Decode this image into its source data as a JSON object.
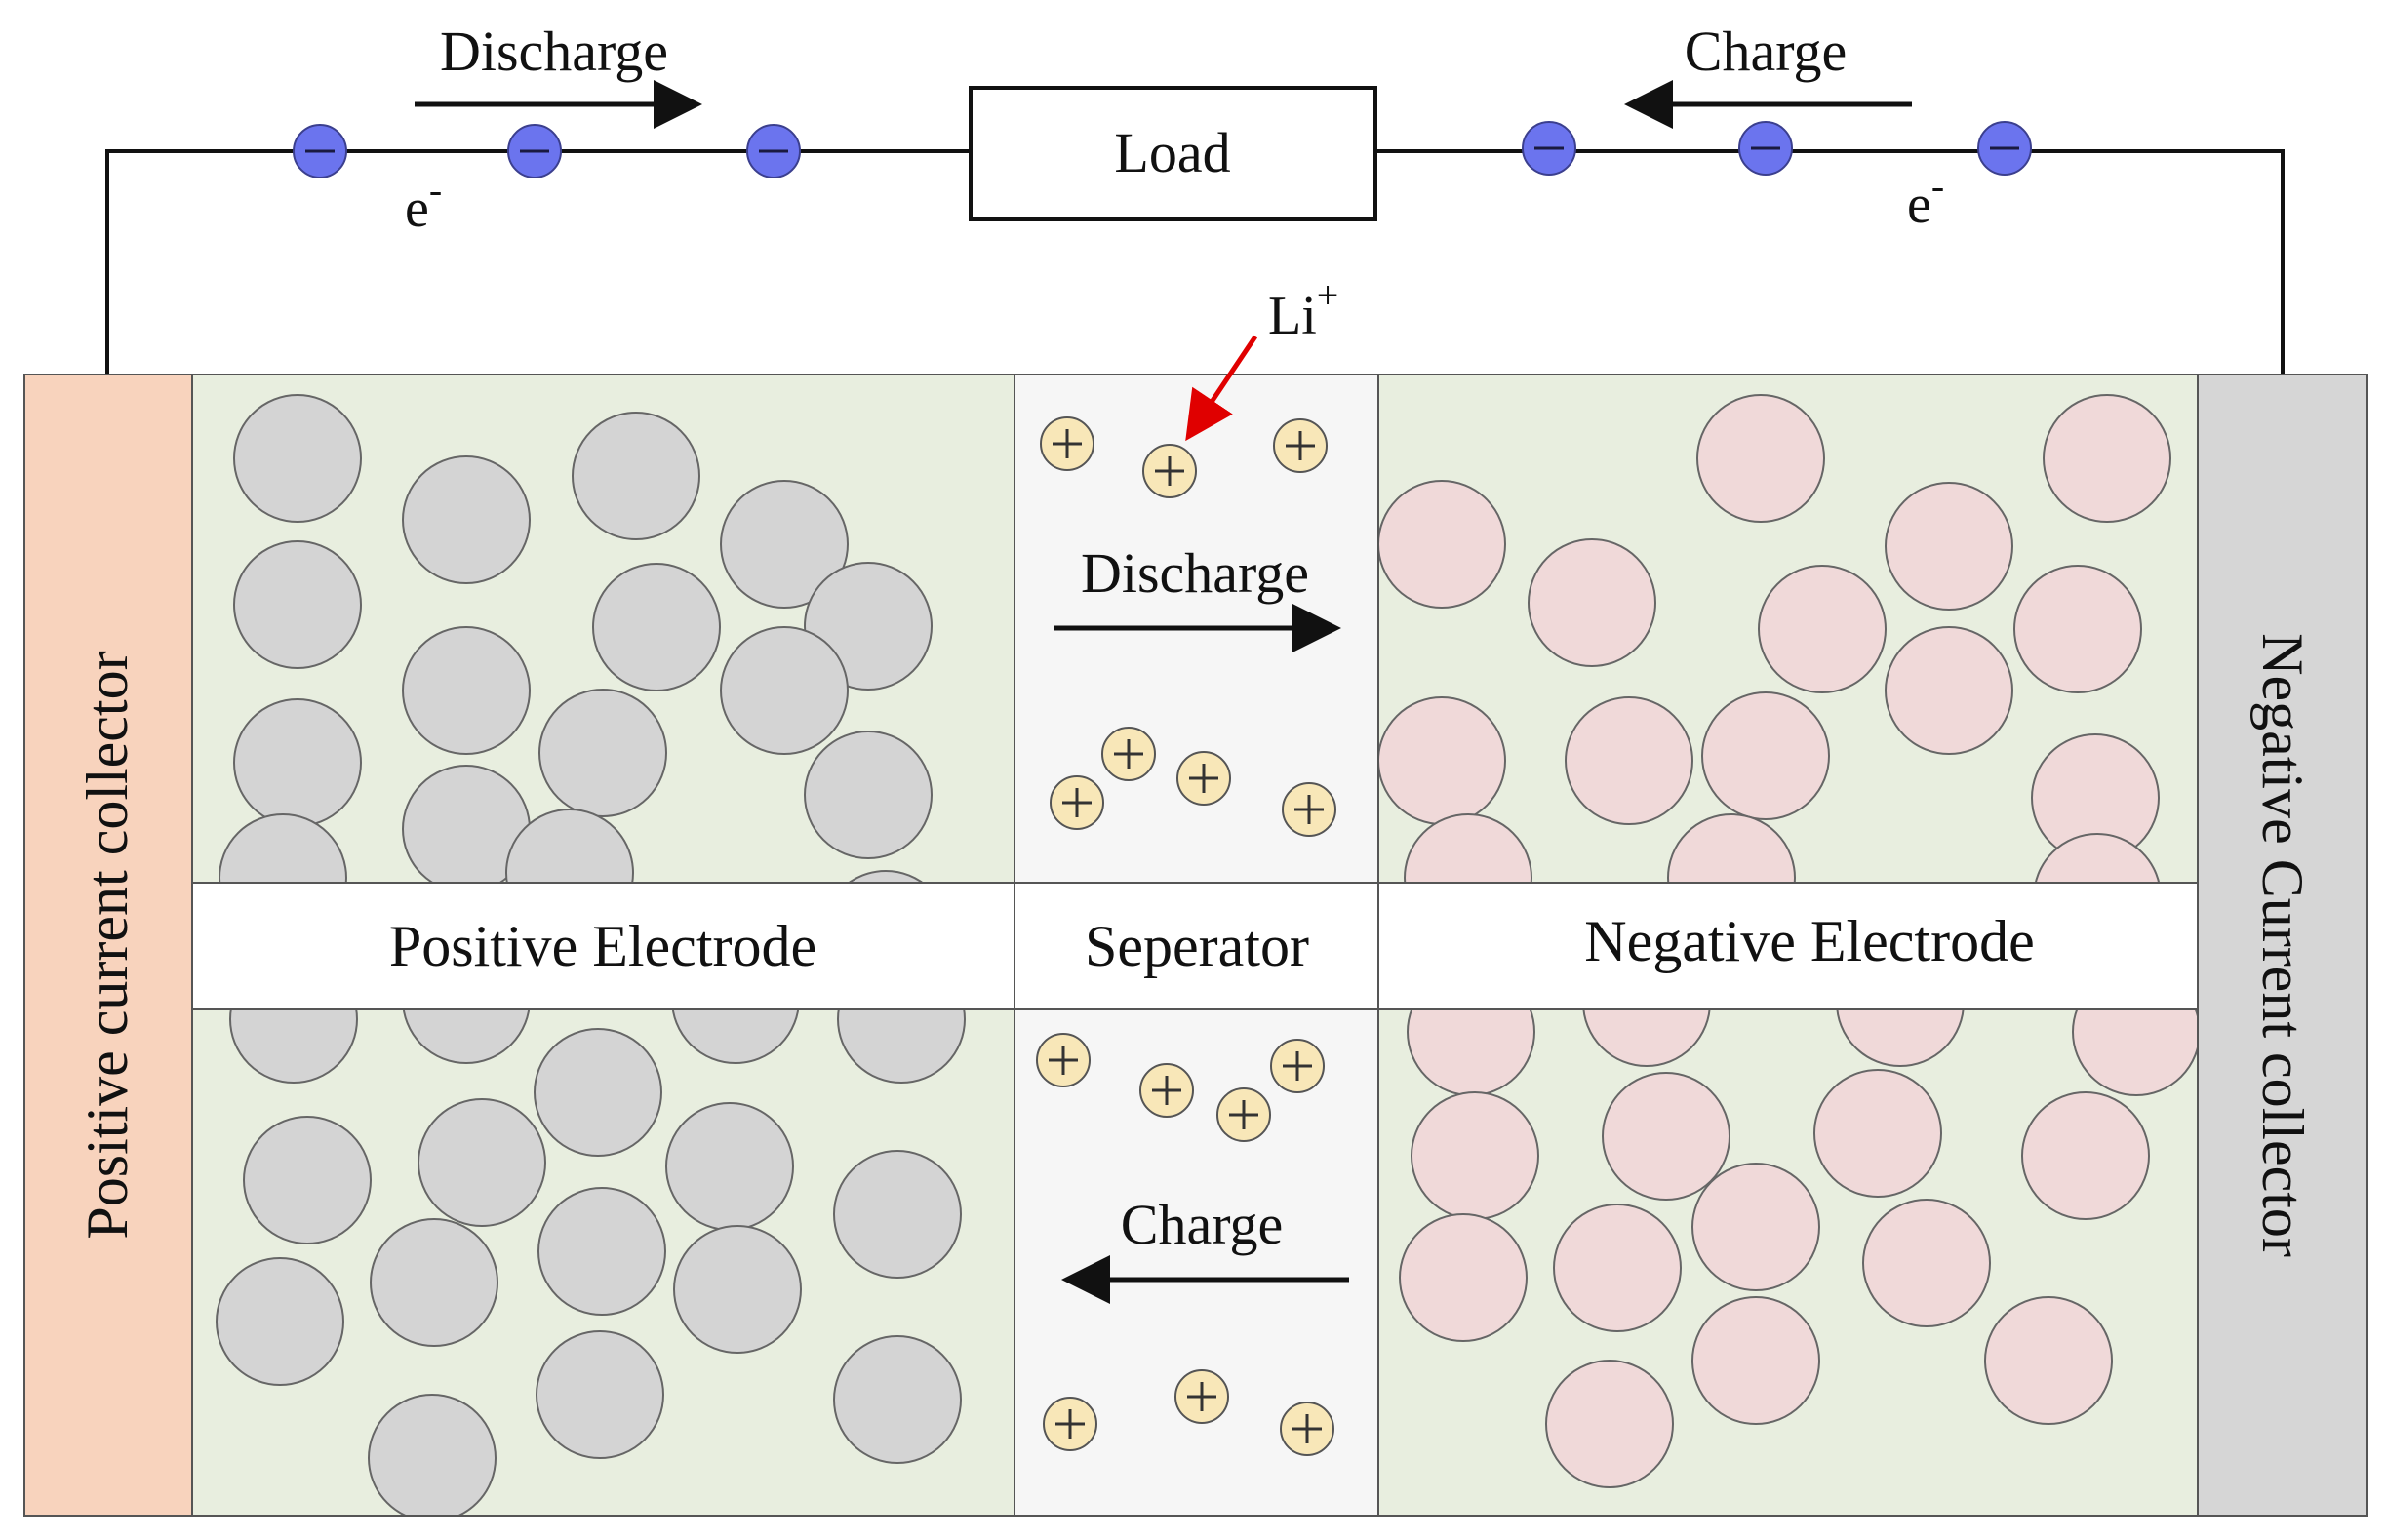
{
  "labels": {
    "discharge_top": "Discharge",
    "charge_top": "Charge",
    "load": "Load",
    "electron_left": "e",
    "electron_right": "e",
    "electron_sup": "-",
    "li": "Li",
    "li_sup": "+",
    "discharge_mid": "Discharge",
    "charge_mid": "Charge",
    "positive_electrode": "Positive Electrode",
    "separator": "Seperator",
    "negative_electrode": "Negative Electrode",
    "positive_collector": "Positive current collector",
    "negative_collector": "Negative Current collector"
  },
  "colors": {
    "positive_collector": "#f8d3bd",
    "negative_collector": "#d6d6d6",
    "electrode_bg": "#e8eedf",
    "separator_bg": "#f6f6f6",
    "positive_particle": "#d4d4d4",
    "negative_particle": "#f0d9d9",
    "electron": "#6b74ee",
    "li_ion": "#f8e7b8",
    "li_pointer": "#e00000",
    "line": "#111111"
  }
}
